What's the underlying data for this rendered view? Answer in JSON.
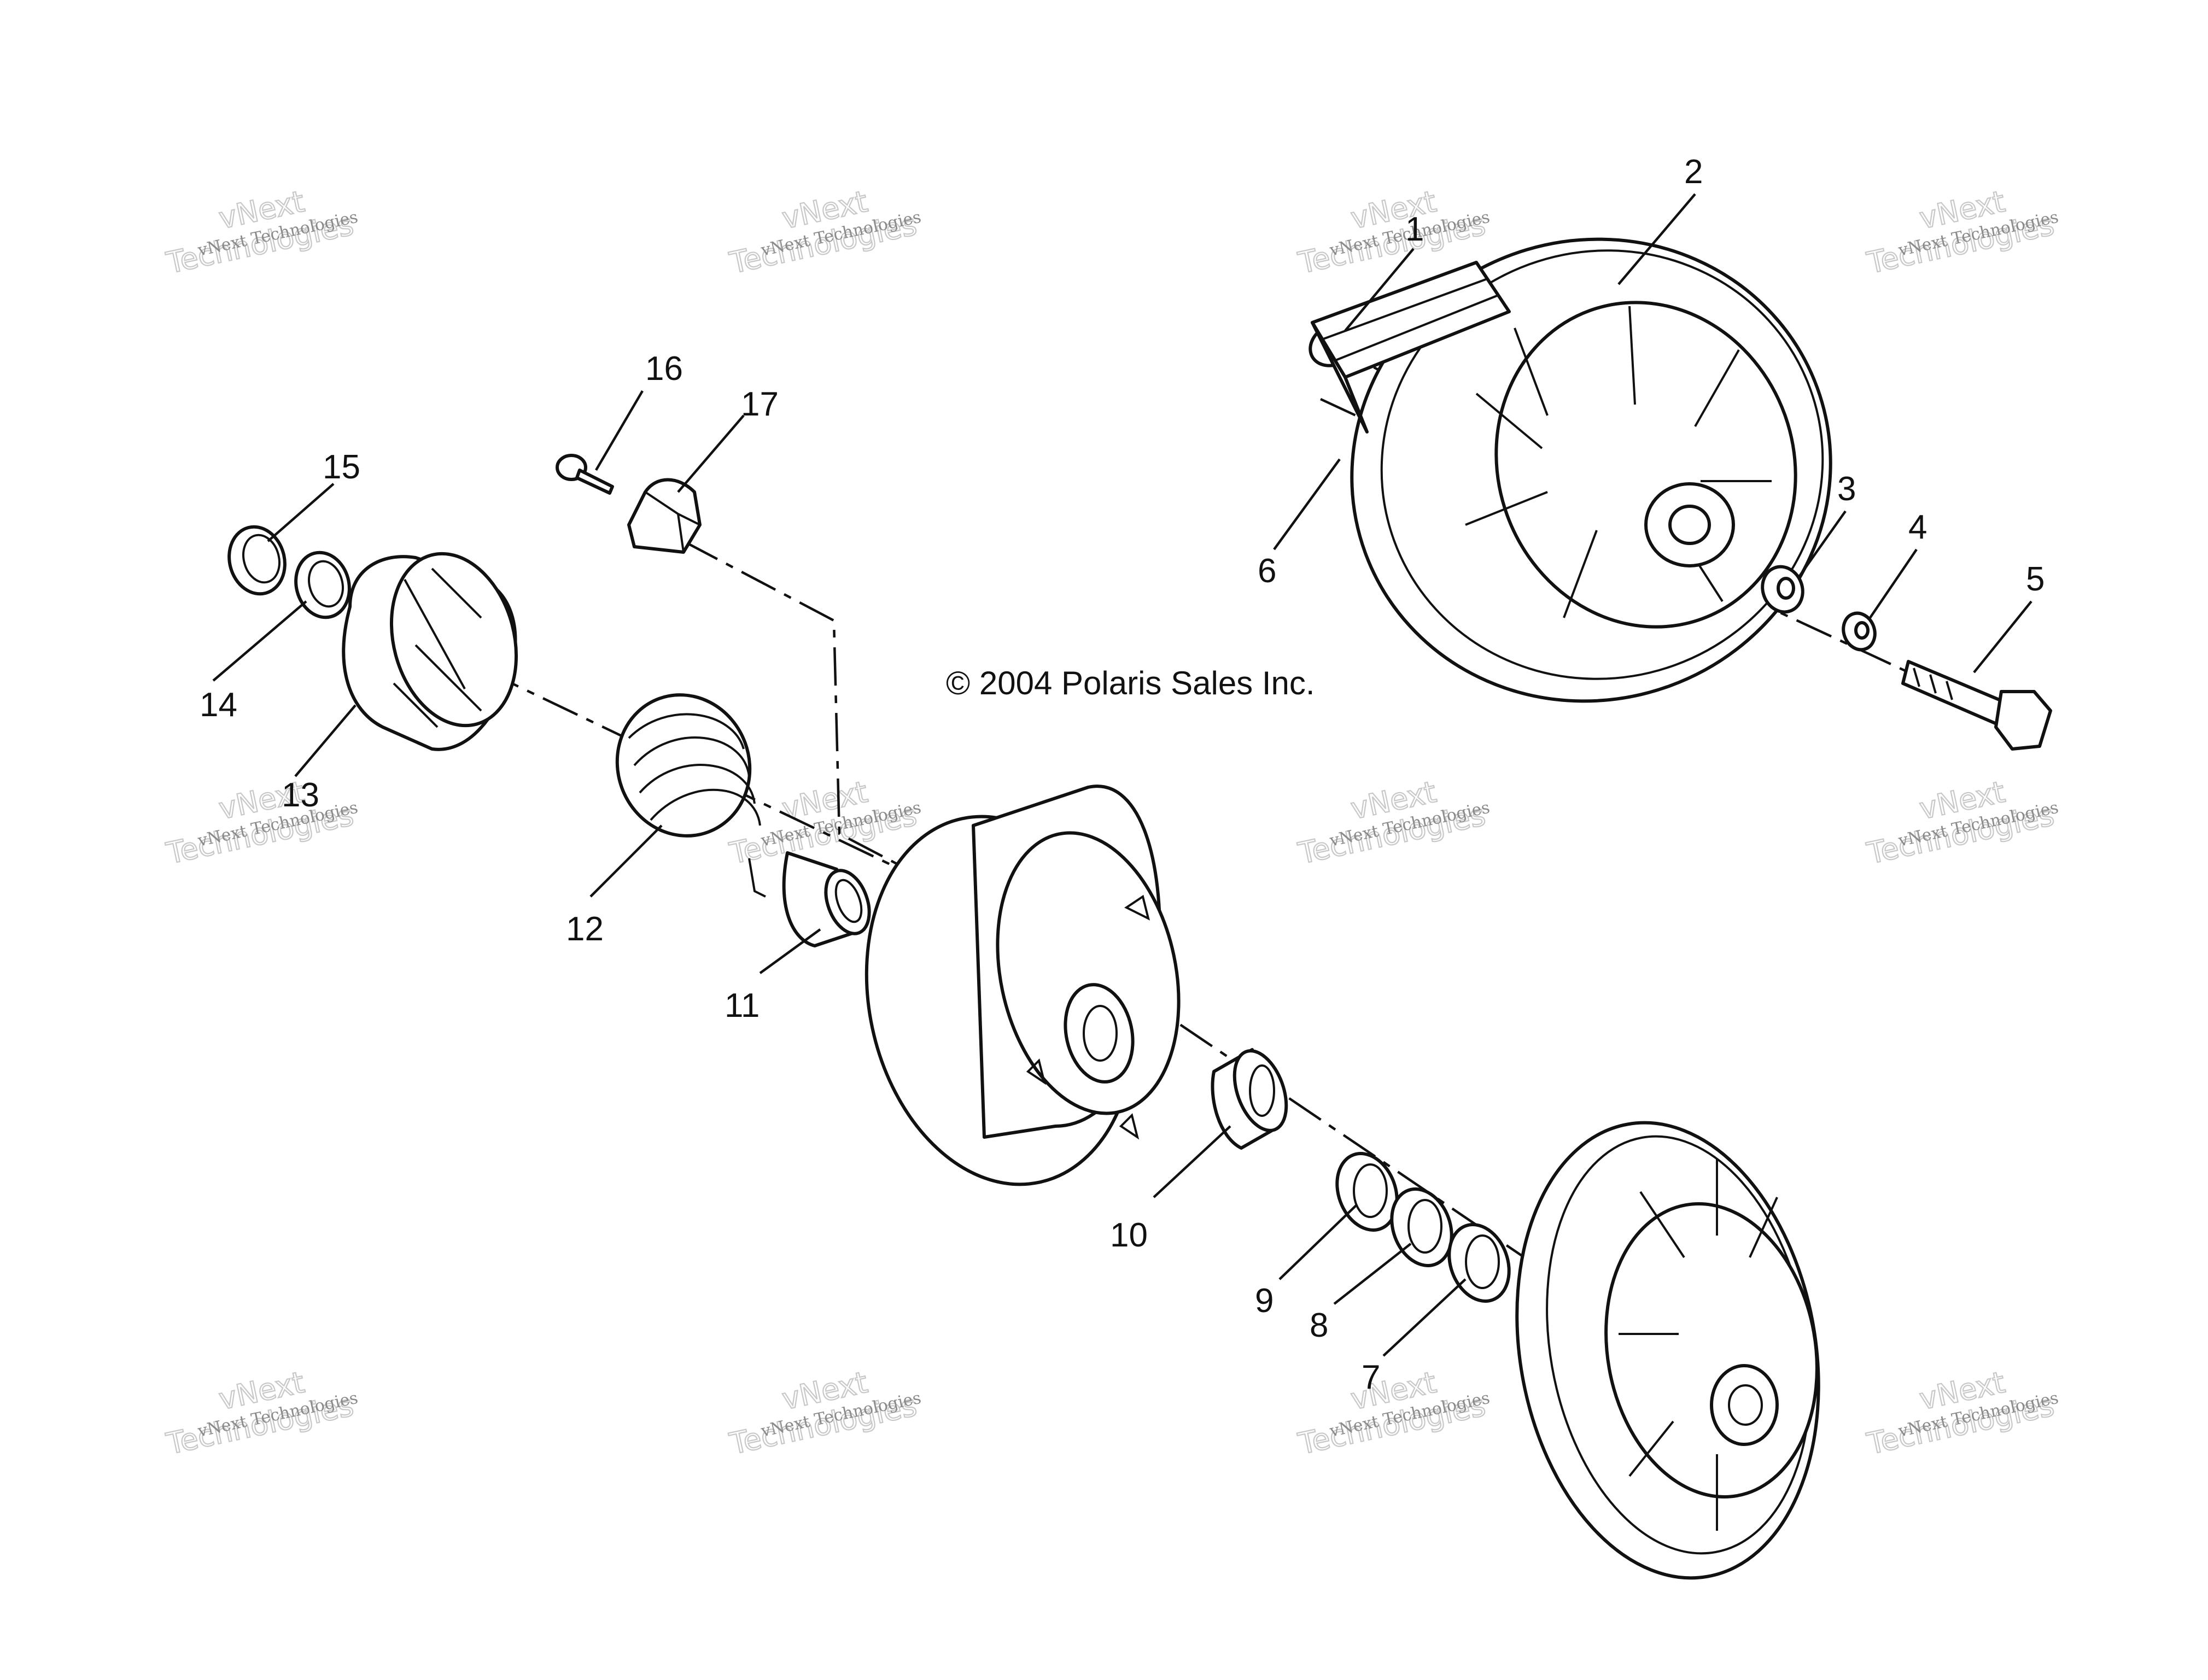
{
  "copyright": "© 2004 Polaris Sales Inc.",
  "watermark": {
    "line1": "vNext",
    "line2": "Technologies",
    "small": "vNext Technologies"
  },
  "callouts": [
    "1",
    "2",
    "3",
    "4",
    "5",
    "6",
    "7",
    "8",
    "9",
    "10",
    "11",
    "12",
    "13",
    "14",
    "15",
    "16",
    "17"
  ],
  "icons": [
    "drive-clutch-exploded-view"
  ],
  "colors": {
    "ink": "#111111",
    "watermark": "#c8c8c8"
  }
}
